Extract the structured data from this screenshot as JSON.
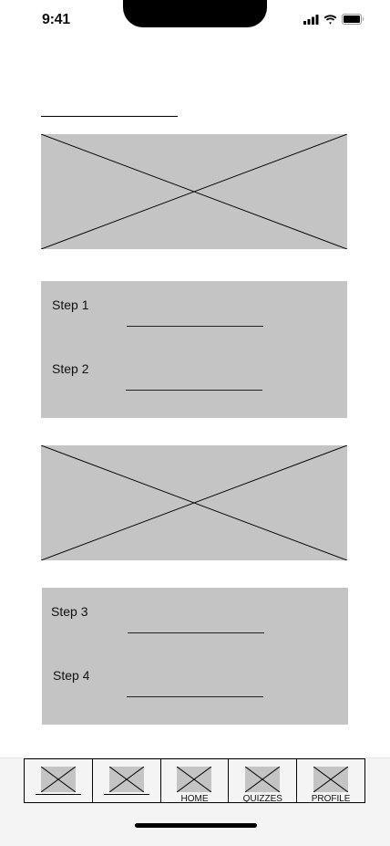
{
  "status_bar": {
    "time": "9:41"
  },
  "steps_group_1": [
    {
      "label": "Step 1"
    },
    {
      "label": "Step 2"
    }
  ],
  "steps_group_2": [
    {
      "label": "Step 3"
    },
    {
      "label": "Step 4"
    }
  ],
  "bottom_nav": {
    "items": [
      {
        "label": ""
      },
      {
        "label": ""
      },
      {
        "label": "HOME"
      },
      {
        "label": "QUIZZES"
      },
      {
        "label": "PROFILE"
      }
    ]
  }
}
